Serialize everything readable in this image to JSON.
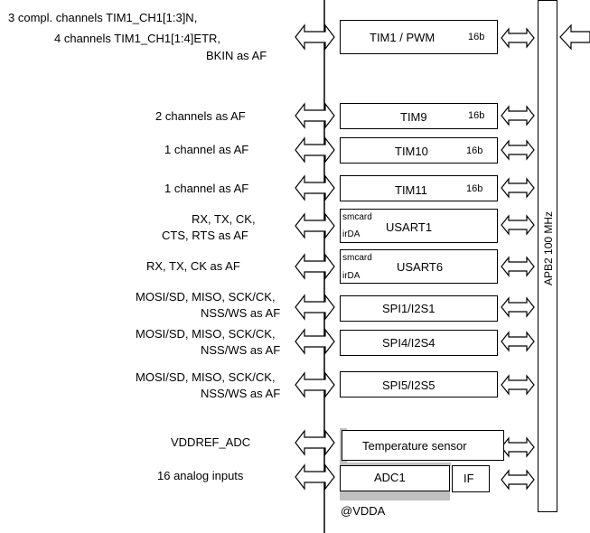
{
  "signals": [
    {
      "id": "tim1",
      "lines": [
        "3 compl. channels TIM1_CH1[1:3]N,",
        "4 channels TIM1_CH1[1:4]ETR,",
        "BKIN as AF"
      ]
    },
    {
      "id": "tim9",
      "lines": [
        "2 channels as AF"
      ]
    },
    {
      "id": "tim10",
      "lines": [
        "1 channel as AF"
      ]
    },
    {
      "id": "tim11",
      "lines": [
        "1 channel as AF"
      ]
    },
    {
      "id": "usart1",
      "lines": [
        "RX, TX, CK,",
        "CTS, RTS as AF"
      ]
    },
    {
      "id": "usart6",
      "lines": [
        "RX, TX, CK as AF"
      ]
    },
    {
      "id": "spi1",
      "lines": [
        "MOSI/SD, MISO, SCK/CK,",
        "NSS/WS as AF"
      ]
    },
    {
      "id": "spi4",
      "lines": [
        "MOSI/SD, MISO, SCK/CK,",
        "NSS/WS as AF"
      ]
    },
    {
      "id": "spi5",
      "lines": [
        "MOSI/SD, MISO, SCK/CK,",
        "NSS/WS as AF"
      ]
    },
    {
      "id": "temp",
      "lines": [
        "VDDREF_ADC"
      ]
    },
    {
      "id": "adc",
      "lines": [
        "16 analog inputs"
      ]
    }
  ],
  "blocks": {
    "tim1": {
      "name": "TIM1 / PWM",
      "bits": "16b"
    },
    "tim9": {
      "name": "TIM9",
      "bits": "16b"
    },
    "tim10": {
      "name": "TIM10",
      "bits": "16b"
    },
    "tim11": {
      "name": "TIM11",
      "bits": "16b"
    },
    "usart1": {
      "name": "USART1",
      "sub1": "smcard",
      "sub2": "irDA"
    },
    "usart6": {
      "name": "USART6",
      "sub1": "smcard",
      "sub2": "irDA"
    },
    "spi1": {
      "name": "SPI1/I2S1"
    },
    "spi4": {
      "name": "SPI4/I2S4"
    },
    "spi5": {
      "name": "SPI5/I2S5"
    },
    "temp": {
      "name": "Temperature sensor"
    },
    "adc1": {
      "name": "ADC1"
    },
    "if": {
      "name": "IF"
    },
    "vdda": {
      "name": "@VDDA"
    }
  },
  "bus": {
    "label": "APB2 100 MHz"
  },
  "colors": {
    "line": "#000000",
    "shade": "#c0c0c0",
    "background": "#ffffff"
  }
}
